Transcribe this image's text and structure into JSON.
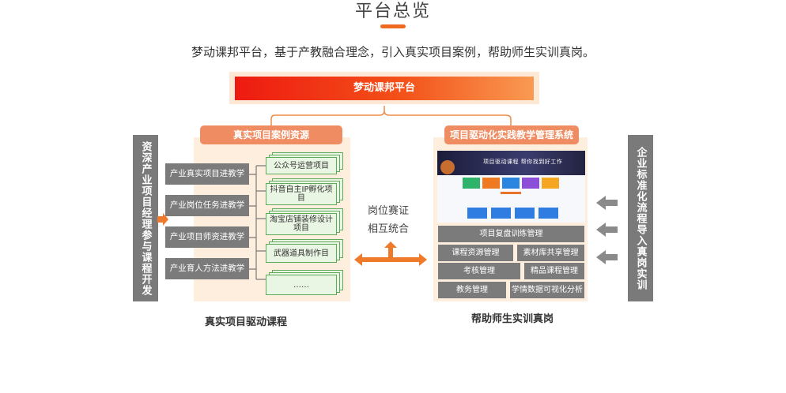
{
  "page": {
    "title": "平台总览",
    "subtitle": "梦动课邦平台，基于产教融合理念，引入真实项目案例，帮助师生实训真岗。"
  },
  "platform": {
    "label": "梦动课邦平台"
  },
  "left_section": {
    "header": "真实项目案例资源",
    "side_label": "资深产业项目经理参与课程开发",
    "buttons": [
      "产业真实项目进教学",
      "产业岗位任务进教学",
      "产业项目师资进教学",
      "产业育人方法进教学"
    ],
    "cases": [
      "公众号运营项目",
      "抖音自主IP孵化项目",
      "淘宝店铺装修设计项目",
      "武器道具制作目",
      "……"
    ],
    "caption": "真实项目驱动课程"
  },
  "middle": {
    "line1": "岗位赛证",
    "line2": "相互统合"
  },
  "right_section": {
    "header": "项目驱动化实践教学管理系统",
    "side_label": "企业标准化流程导入真岗实训",
    "screenshot_banner": "项目驱动课程 帮你找到好工作",
    "buttons": {
      "full": "项目复盘训练管理",
      "row1": [
        "课程资源管理",
        "素材库共享管理"
      ],
      "row2": [
        "考核管理",
        "精品课程管理"
      ],
      "row3": [
        "教务管理",
        "学情数据可视化分析"
      ]
    },
    "caption": "帮助师生实训真岗"
  },
  "colors": {
    "accent": "#ef6a1f",
    "panel_bg": "#fdeedd",
    "gray": "#7b7b7b",
    "header": "#ef8c62"
  }
}
